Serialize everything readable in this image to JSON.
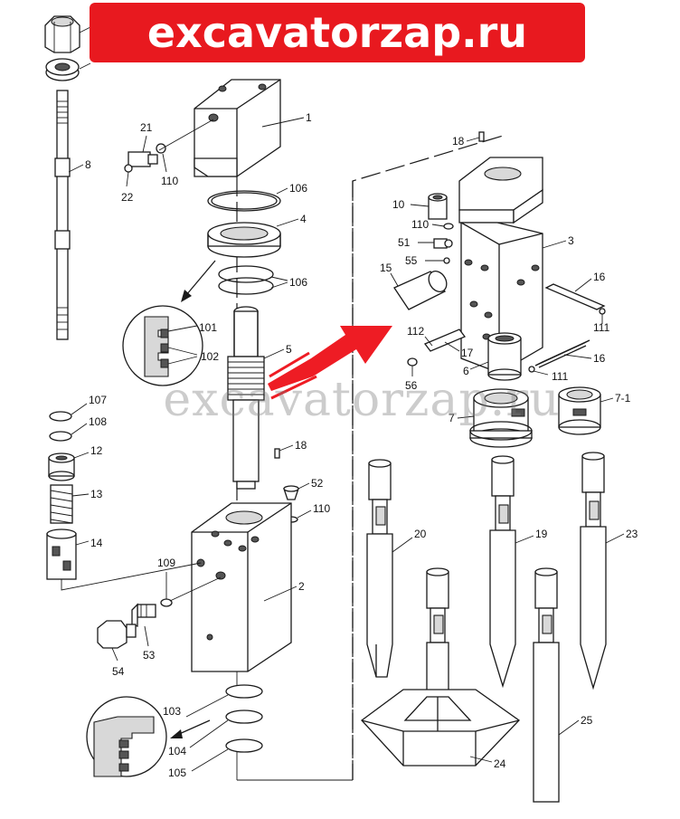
{
  "banner": {
    "text": "excavatorzap.ru",
    "color": "#e8191f"
  },
  "watermark": {
    "text": "excavatorzap.ru"
  },
  "arrow_color": "#ee1c24",
  "labels": {
    "p1": "1",
    "p2": "2",
    "p3": "3",
    "p4": "4",
    "p5": "5",
    "p6": "6",
    "p7": "7",
    "p7_1": "7-1",
    "p8": "8",
    "p10": "10",
    "p12": "12",
    "p13": "13",
    "p14": "14",
    "p15": "15",
    "p16a": "16",
    "p16b": "16",
    "p17": "17",
    "p18a": "18",
    "p18b": "18",
    "p19": "19",
    "p20": "20",
    "p21": "21",
    "p22": "22",
    "p23": "23",
    "p24": "24",
    "p25": "25",
    "p51": "51",
    "p52": "52",
    "p53": "53",
    "p54": "54",
    "p55": "55",
    "p56": "56",
    "p101": "101",
    "p102": "102",
    "p103": "103",
    "p104": "104",
    "p105": "105",
    "p106a": "106",
    "p106b": "106",
    "p107": "107",
    "p108": "108",
    "p109": "109",
    "p110a": "110",
    "p110b": "110",
    "p110c": "110",
    "p111a": "111",
    "p111b": "111",
    "p112": "112"
  }
}
